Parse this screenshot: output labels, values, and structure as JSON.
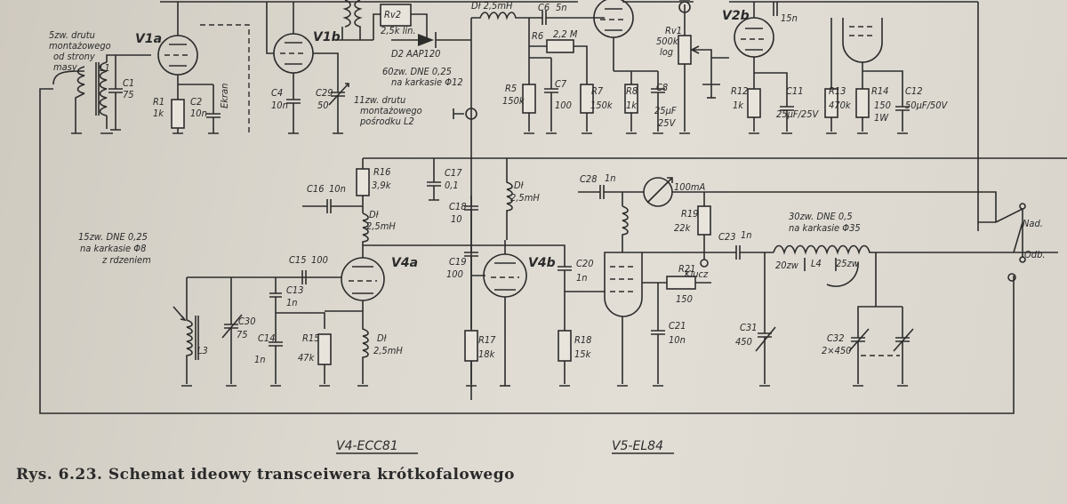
{
  "caption": "Rys. 6.23. Schemat ideowy transceiwera krótkofalowego",
  "tubes": {
    "v1a": "V1a",
    "v1b": "V1b",
    "v2b": "V2b",
    "v4a": "V4a",
    "v4b": "V4b",
    "v4_type": "V4-ECC81",
    "v5_type": "V5-EL84"
  },
  "notes": {
    "coil_l1_1": "5zw. drutu",
    "coil_l1_2": "montażowego",
    "coil_l1_3": "od strony",
    "coil_l1_4": "masy",
    "coil_l2_1": "11zw. drutu",
    "coil_l2_2": "montażowego",
    "coil_l2_3": "pośrodku L2",
    "coil_60_1": "60zw. DNE 0,25",
    "coil_60_2": "na karkasie Φ12",
    "coil_l3_1": "15zw. DNE 0,25",
    "coil_l3_2": "na karkasie Φ8",
    "coil_l3_3": "z rdzeniem",
    "coil_l4_1": "30zw. DNE 0,5",
    "coil_l4_2": "na karkasie Φ35",
    "diode": "D2 AAP120",
    "ekran": "Ekran",
    "tap20": "20zw",
    "tap25": "25zw",
    "klucz": "Klucz",
    "nad": "Nad.",
    "odb": "Odb."
  },
  "components": {
    "L1": "L1",
    "L3": "L3",
    "L4": "L4",
    "C1": "C1",
    "C1v": "75",
    "R1": "R1",
    "R1v": "1k",
    "C2": "C2",
    "C2v": "10n",
    "C4": "C4",
    "C4v": "10n",
    "C29": "C29",
    "C29v": "50",
    "Rv2": "Rv2",
    "Rv2v": "2,5k lin.",
    "Dl1": "Dł 2,5mH",
    "C6": "C6",
    "C6v": "5n",
    "R6": "R6",
    "R6v": "2,2 M",
    "R5": "R5",
    "R5v": "150k",
    "C7": "C7",
    "C7v": "100",
    "R7": "R7",
    "R7v": "150k",
    "R8": "R8",
    "R8v": "1k",
    "C8": "C8",
    "C8v1": "25µF",
    "C8v2": "25V",
    "Rv1": "Rv1",
    "Rv1v1": "500k",
    "Rv1v2": "log",
    "C15n": "15n",
    "R12": "R12",
    "R12v": "1k",
    "C11": "C11",
    "C11v": "25µF/25V",
    "R13": "R13",
    "R13v": "470k",
    "R14": "R14",
    "R14v1": "150",
    "R14v2": "1W",
    "C12": "C12",
    "C12v": "50µF/50V",
    "R16": "R16",
    "R16v": "3,9k",
    "C16": "C16",
    "C16v": "10n",
    "C17": "C17",
    "C17v": "0,1",
    "Dl2": "Dł",
    "Dl2v": "2,5mH",
    "C18": "C18",
    "C18v": "10",
    "Dl3": "Dł",
    "Dl3v": "2,5mH",
    "C15": "C15",
    "C15v": "100",
    "C13": "C13",
    "C13v": "1n",
    "C19": "C19",
    "C19v": "100",
    "C20": "C20",
    "C20v": "1n",
    "C28": "C28",
    "C28v": "1n",
    "mA": "100mA",
    "R19": "R19",
    "R19v": "22k",
    "C23": "C23",
    "C23v": "1n",
    "R21": "R21",
    "R21v": "150",
    "C21": "C21",
    "C21v": "10n",
    "C30": "C30",
    "C30v": "75",
    "C14": "C14",
    "C14v": "1n",
    "R15": "R15",
    "R15v": "47k",
    "Dl4": "Dł",
    "Dl4v": "2,5mH",
    "R17": "R17",
    "R17v": "18k",
    "R18": "R18",
    "R18v": "15k",
    "C31": "C31",
    "C31v": "450",
    "C32": "C32",
    "C32v": "2×450"
  }
}
